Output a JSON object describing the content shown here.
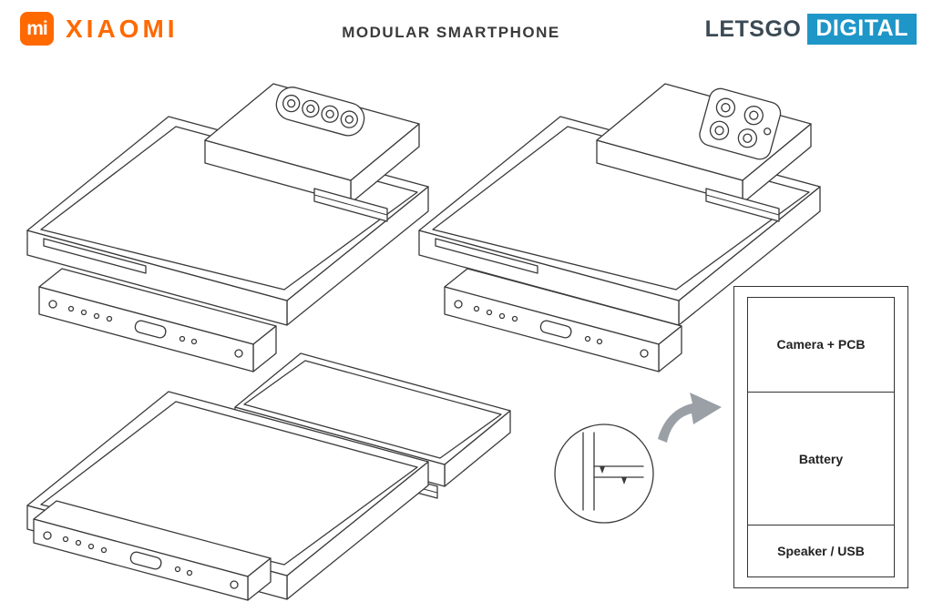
{
  "header": {
    "xiaomi": {
      "icon": "mi",
      "brand": "XIAOMI"
    },
    "title": "MODULAR SMARTPHONE",
    "letsgo": {
      "part1": "LETSGO",
      "part2": "DIGITAL"
    }
  },
  "colors": {
    "xiaomi_orange": "#FF6900",
    "letsgo_blue": "#1E96C8",
    "letsgo_dark": "#3B4A54",
    "line_color": "#3A3A3A",
    "arrow_gray": "#9AA0A6"
  },
  "module_diagram": {
    "sections": [
      {
        "label": "Camera + PCB"
      },
      {
        "label": "Battery"
      },
      {
        "label": "Speaker / USB"
      }
    ]
  },
  "icons": {
    "xiaomi_mi_icon": "mi-logo-icon",
    "detail_circle": "zoom-detail-circle",
    "curved_arrow": "pointer-arrow"
  }
}
